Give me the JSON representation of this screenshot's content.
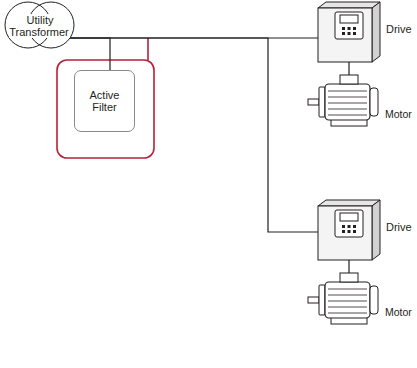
{
  "diagram": {
    "nodes": [
      {
        "text": [
          "Utility Transformer"
        ]
      },
      {
        "text": [
          "Drive"
        ]
      },
      {
        "text": [
          "Motor"
        ]
      },
      {
        "text": [
          "Active Filter"
        ]
      },
      {
        "text": [
          "Drive"
        ]
      },
      {
        "text": [
          "Motor"
        ]
      }
    ],
    "edges": [
      {
        "from": 0,
        "to": 1,
        "arrow": "none"
      },
      {
        "from": 0,
        "to": 3,
        "arrow": "none"
      },
      {
        "from": 0,
        "to": 4,
        "arrow": "none"
      },
      {
        "from": 1,
        "to": 2,
        "arrow": "none"
      },
      {
        "from": 4,
        "to": 5,
        "arrow": "none"
      }
    ]
  }
}
